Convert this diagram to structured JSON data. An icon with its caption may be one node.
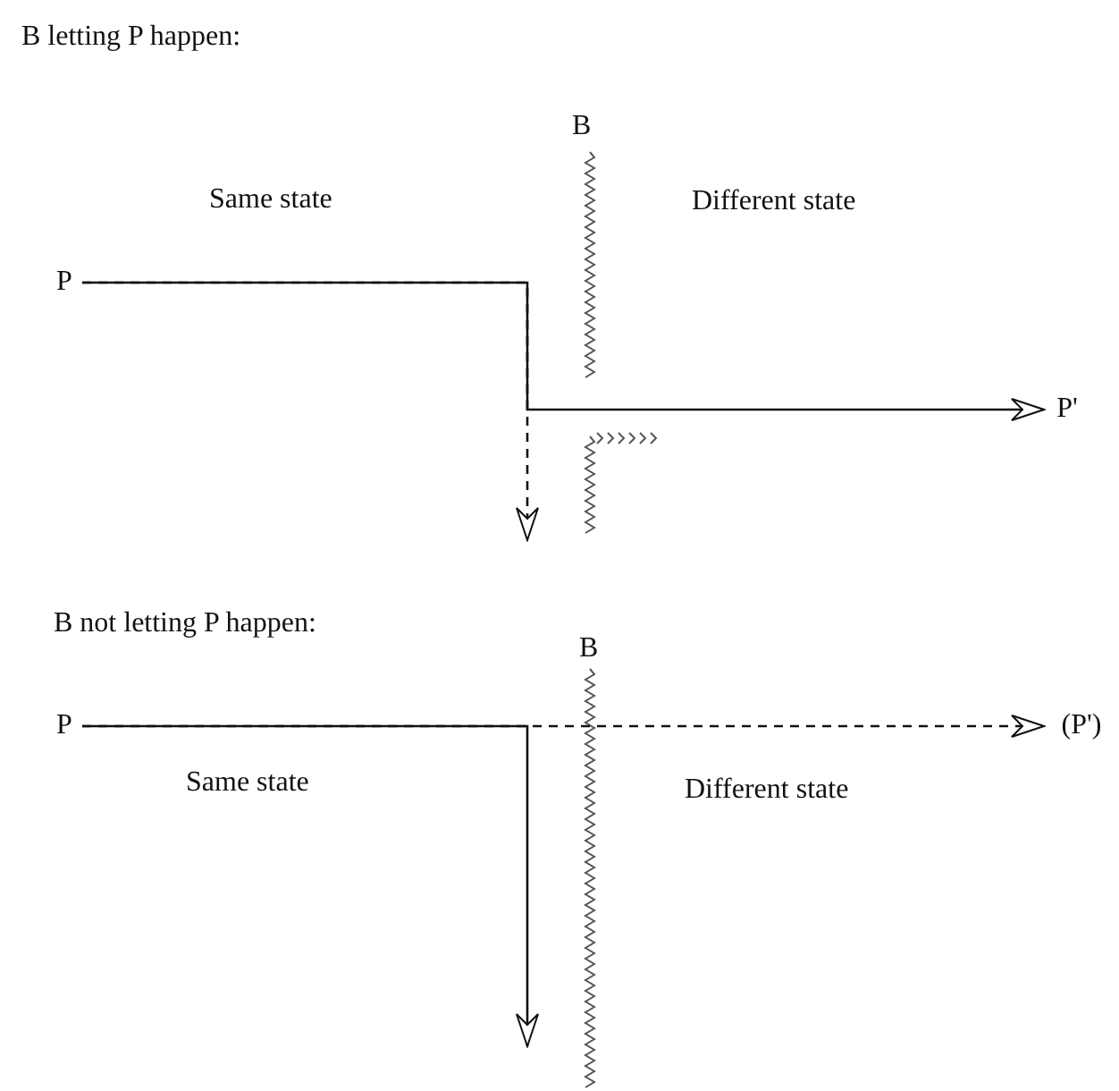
{
  "diagram": {
    "nodes": [
      {
        "text": [
          "P"
        ]
      },
      {
        "text": [
          "P'"
        ]
      },
      {
        "text": [
          "P"
        ]
      },
      {
        "text": [
          "(P')"
        ]
      }
    ],
    "edges": [
      {
        "from": 0,
        "to": 1,
        "arrow": "to"
      },
      {
        "from": 0,
        "to": null,
        "arrow": "to",
        "style": "dashed"
      },
      {
        "from": 2,
        "to": 3,
        "arrow": "to",
        "style": "dashed"
      },
      {
        "from": 2,
        "to": null,
        "arrow": "to"
      }
    ],
    "labels": [
      "B letting P happen:",
      "B",
      "Same state",
      "Different state",
      "B not letting P happen:",
      "B",
      "Same state",
      "Different state"
    ]
  }
}
